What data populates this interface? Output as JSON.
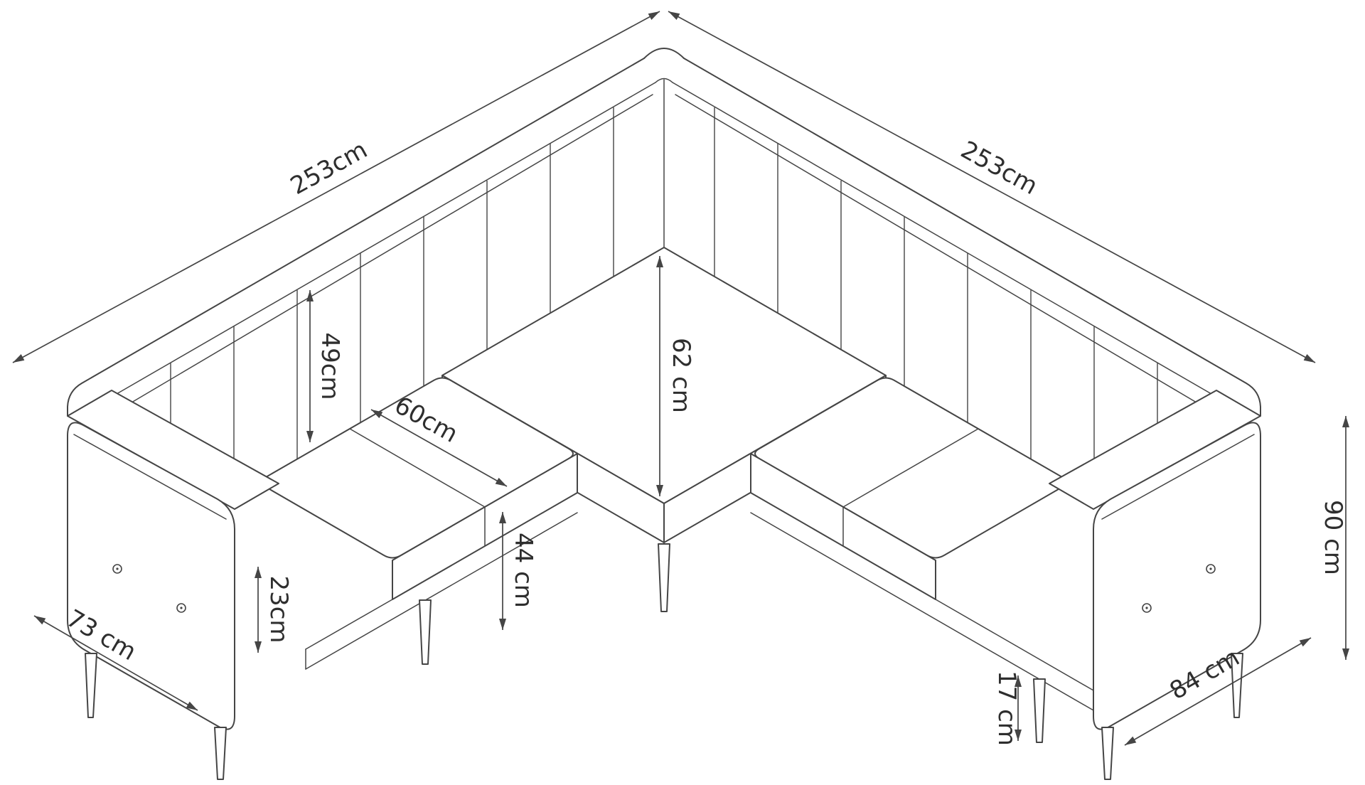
{
  "diagram": {
    "type": "isometric-technical-drawing",
    "subject": "corner-sofa-with-dimensions",
    "labels": {
      "back_left": "253cm",
      "back_right": "253cm",
      "backrest_panel": "49cm",
      "cushion_depth": "60cm",
      "backrest_height": "62 cm",
      "seat_height": "44 cm",
      "armrest": "23cm",
      "depth_left": "73 cm",
      "depth_right": "84 cm",
      "total_height": "90 cm",
      "leg_height": "17 cm"
    },
    "colors": {
      "line": "#454545",
      "label": "#2e2e2e",
      "background": "#ffffff"
    }
  }
}
